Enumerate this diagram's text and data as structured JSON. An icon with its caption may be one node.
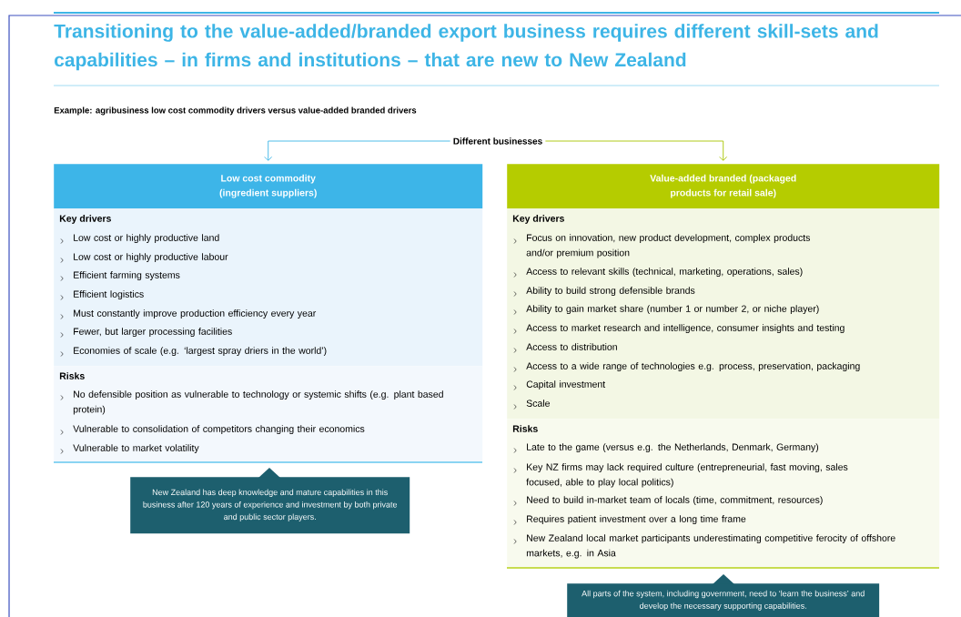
{
  "diagram": {
    "title": "Transitioning to the value-added/branded export business requires different skill-sets and capabilities – in firms and institutions – that are new to New Zealand",
    "nodes": [
      {
        "text": [
          "Different businesses"
        ]
      },
      {
        "text": [
          "Low cost commodity (ingredient suppliers)"
        ]
      },
      {
        "text": [
          "Key drivers",
          "Low cost or highly productive land",
          "Low cost or highly productive labour",
          "Efficient farming systems",
          "Efficient logistics",
          "Must constantly improve production efficiency every year",
          "Fewer, but larger processing facilities",
          "Economies of scale (e.g. ‘largest spray driers in the world’)"
        ]
      },
      {
        "text": [
          "Risks",
          "No defensible position as vulnerable to technology or systemic shifts (e.g. plant based protein)",
          "Vulnerable to consolidation of competitors changing their economics",
          "Vulnerable to market volatility"
        ]
      },
      {
        "text": [
          "New Zealand has deep knowledge and mature capabilities in this business after 120 years of experience and investment by both private and public sector players."
        ]
      },
      {
        "text": [
          "Value-added branded (packaged products for retail sale)"
        ]
      },
      {
        "text": [
          "Key drivers",
          "Focus on innovation, new product development, complex products and/or premium position",
          "Access to relevant skills (technical, marketing, operations, sales)",
          "Ability to build strong defensible brands",
          "Ability to gain market share (number 1 or number 2, or niche player)",
          "Access to market research and intelligence, consumer insights and testing",
          "Access to distribution",
          "Access to a wide range of technologies e.g. process, preservation, packaging",
          "Capital investment",
          "Scale"
        ]
      },
      {
        "text": [
          "Risks",
          "Late to the game (versus e.g. the Netherlands, Denmark, Germany)",
          "Key NZ firms may lack required culture (entrepreneurial, fast moving, sales focused, able to play local politics)",
          "Need to build in-market team of locals (time, commitment, resources)",
          "Requires patient investment over a long time frame",
          "New Zealand local market participants underestimating competitive ferocity of offshore markets, e.g. in Asia"
        ]
      },
      {
        "text": [
          "All parts of the system, including government, need to ‘learn the business’ and develop the necessary supporting capabilities."
        ]
      }
    ],
    "edges": [
      {
        "from": 0,
        "to": 1,
        "arrow": "to",
        "color": "#3db5e6"
      },
      {
        "from": 0,
        "to": 5,
        "arrow": "to",
        "color": "#a8c400"
      }
    ],
    "labels": [
      "Example: agribusiness low cost commodity drivers versus value-added branded drivers"
    ]
  }
}
